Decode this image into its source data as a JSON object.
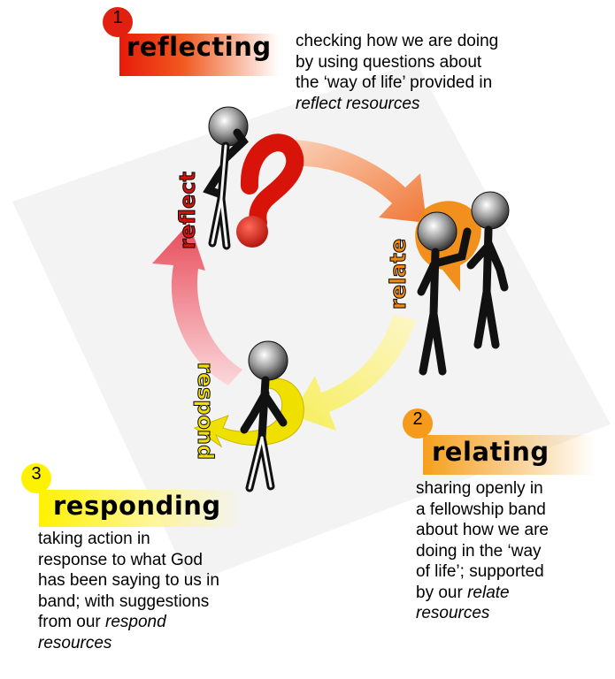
{
  "steps": [
    {
      "number": "1",
      "heading": "reflecting",
      "description_lines": [
        "checking how we are doing",
        "by using questions about",
        "the ‘way of life’ provided in"
      ],
      "description_italic": "reflect resources",
      "color": "#e02010"
    },
    {
      "number": "2",
      "heading": "relating",
      "description_lines": [
        "sharing openly in",
        "a fellowship band",
        "about how we are",
        "doing in the ‘way",
        "of life’; supported",
        "by our"
      ],
      "description_italic": "relate",
      "description_tail": "resources",
      "color": "#f59a1a"
    },
    {
      "number": "3",
      "heading": "responding",
      "description_lines": [
        "taking action in",
        "response to what God",
        "has been saying to us in",
        "band; with suggestions",
        "from our"
      ],
      "description_italic": "respond",
      "description_tail": "resources",
      "color": "#fff200"
    }
  ],
  "cycle_labels": {
    "reflect": "reflect",
    "relate": "relate",
    "respond": "respond"
  },
  "colors": {
    "reflect": "#d8140a",
    "relate": "#f08a10",
    "respond": "#f0e000",
    "arrow_red": "#e84a50",
    "arrow_orange": "#f08a3a",
    "arrow_yellow": "#f5ee60"
  }
}
